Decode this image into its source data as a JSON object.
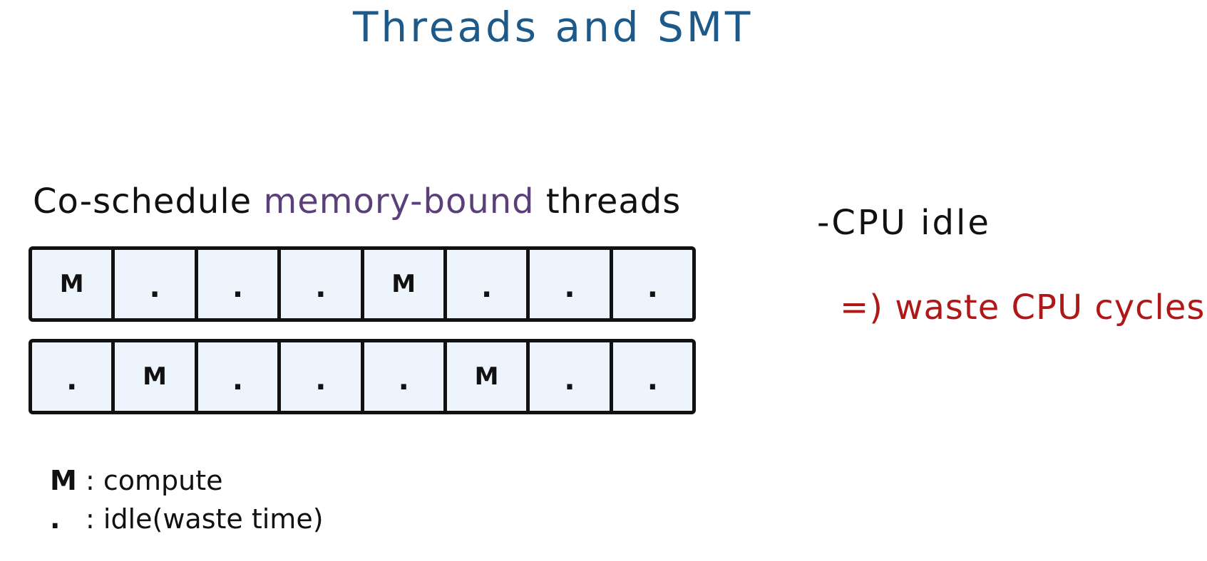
{
  "title": "Threads and SMT",
  "subtitle": {
    "part1": "Co-schedule ",
    "part2": "memory-bound",
    "part3": " threads"
  },
  "colors": {
    "title": "#1d5a8a",
    "accent": "#5a3f7a",
    "conclusion": "#b01818",
    "cell_fill": "#eef4fb"
  },
  "rows": [
    [
      "M",
      ".",
      ".",
      ".",
      "M",
      ".",
      ".",
      "."
    ],
    [
      ".",
      "M",
      ".",
      ".",
      ".",
      "M",
      ".",
      "."
    ]
  ],
  "legend": [
    {
      "symbol": "M",
      "text": ": compute"
    },
    {
      "symbol": ".",
      "text": ": idle(waste time)"
    }
  ],
  "notes": {
    "observation": "-CPU idle",
    "conclusion": "=) waste CPU cycles"
  }
}
